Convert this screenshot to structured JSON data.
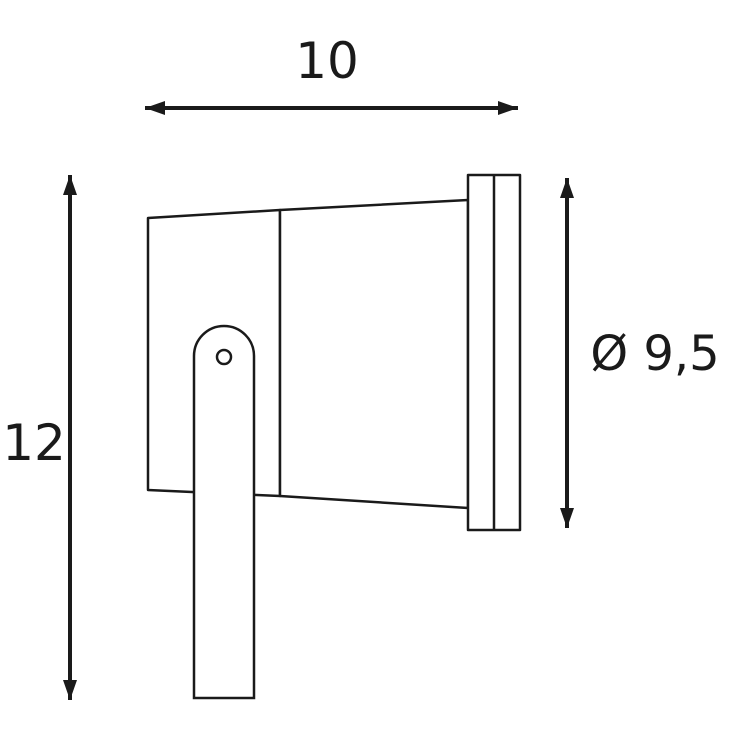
{
  "diagram": {
    "dimensions": {
      "width_label": "10",
      "height_label": "12",
      "diameter_label": "Ø 9,5"
    },
    "colors": {
      "line": "#1a1a1a",
      "fill": "#ffffff",
      "background": "#ffffff"
    }
  }
}
